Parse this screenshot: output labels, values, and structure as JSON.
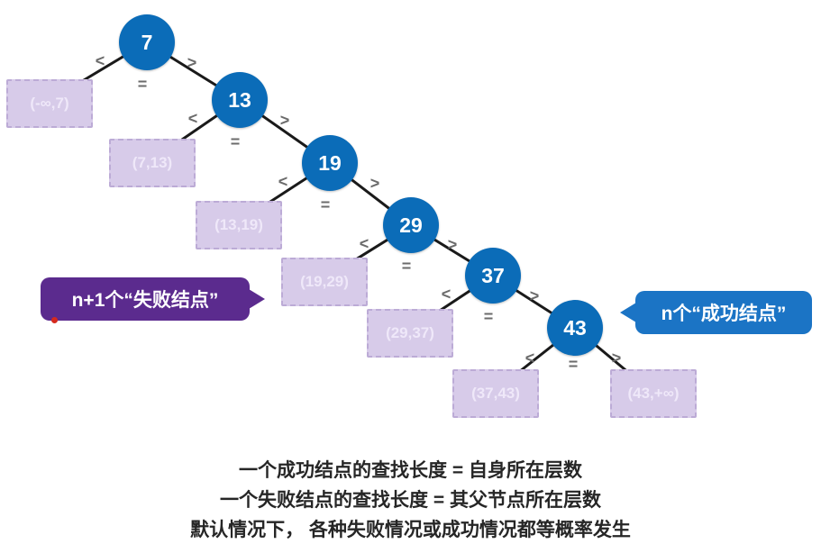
{
  "tree": {
    "edge_labels": {
      "less": "<",
      "greater": ">",
      "equal": "="
    },
    "nodes": [
      {
        "value": "7"
      },
      {
        "value": "13"
      },
      {
        "value": "19"
      },
      {
        "value": "29"
      },
      {
        "value": "37"
      },
      {
        "value": "43"
      }
    ],
    "failure_nodes": [
      {
        "label": "(-∞,7)"
      },
      {
        "label": "(7,13)"
      },
      {
        "label": "(13,19)"
      },
      {
        "label": "(19,29)"
      },
      {
        "label": "(29,37)"
      },
      {
        "label": "(37,43)"
      },
      {
        "label": "(43,+∞)"
      }
    ]
  },
  "callouts": {
    "failure": {
      "text": "n+1个“失败结点”"
    },
    "success": {
      "text": "n个“成功结点”"
    }
  },
  "notes": {
    "line1": "一个成功结点的查找长度 = 自身所在层数",
    "line2": "一个失败结点的查找长度 = 其父节点所在层数",
    "line3": "默认情况下， 各种失败情况或成功情况都等概率发生"
  },
  "colors": {
    "node_fill": "#0b6cb8",
    "failure_fill": "#d7cbe9",
    "failure_border": "#bcabd6",
    "callout_failure": "#5b2b8e",
    "callout_success": "#1b74c5",
    "edge": "#1a1a1a"
  }
}
